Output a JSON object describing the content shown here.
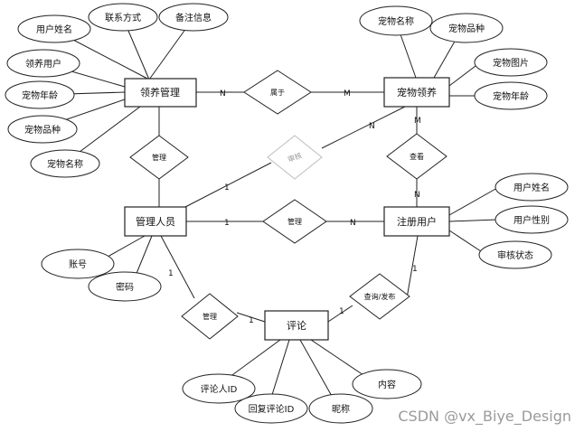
{
  "entities": {
    "adoption_mgmt": "领养管理",
    "pet_adoption": "宠物领养",
    "admin": "管理人员",
    "registered_user": "注册用户",
    "comment": "评论"
  },
  "relationships": {
    "belongs_to": "属于",
    "manage_adoption": "管理",
    "apply": "审核",
    "review": "查看",
    "manage_user": "管理",
    "manage_comment": "管理",
    "view_publish": "查询/发布"
  },
  "attributes": {
    "adoption_mgmt": [
      "用户姓名",
      "联系方式",
      "备注信息",
      "领养用户",
      "宠物年龄",
      "宠物品种",
      "宠物名称"
    ],
    "pet_adoption": [
      "宠物名称",
      "宠物品种",
      "宠物图片",
      "宠物年龄"
    ],
    "registered_user": [
      "用户姓名",
      "用户性别",
      "审核状态"
    ],
    "admin": [
      "账号",
      "密码"
    ],
    "comment": [
      "评论人ID",
      "回复评论ID",
      "昵称",
      "内容"
    ]
  },
  "cardinalities": {
    "belongs_n": "N",
    "belongs_m": "M",
    "apply_1": "1",
    "apply_n": "N",
    "review_m": "M",
    "review_n": "N",
    "manage_user_1": "1",
    "manage_user_n": "N",
    "view_publish_1": "1",
    "view_publish_2": "1",
    "manage_comment_1": "1",
    "manage_comment_2": "1"
  },
  "watermark": "CSDN @vx_Biye_Design"
}
